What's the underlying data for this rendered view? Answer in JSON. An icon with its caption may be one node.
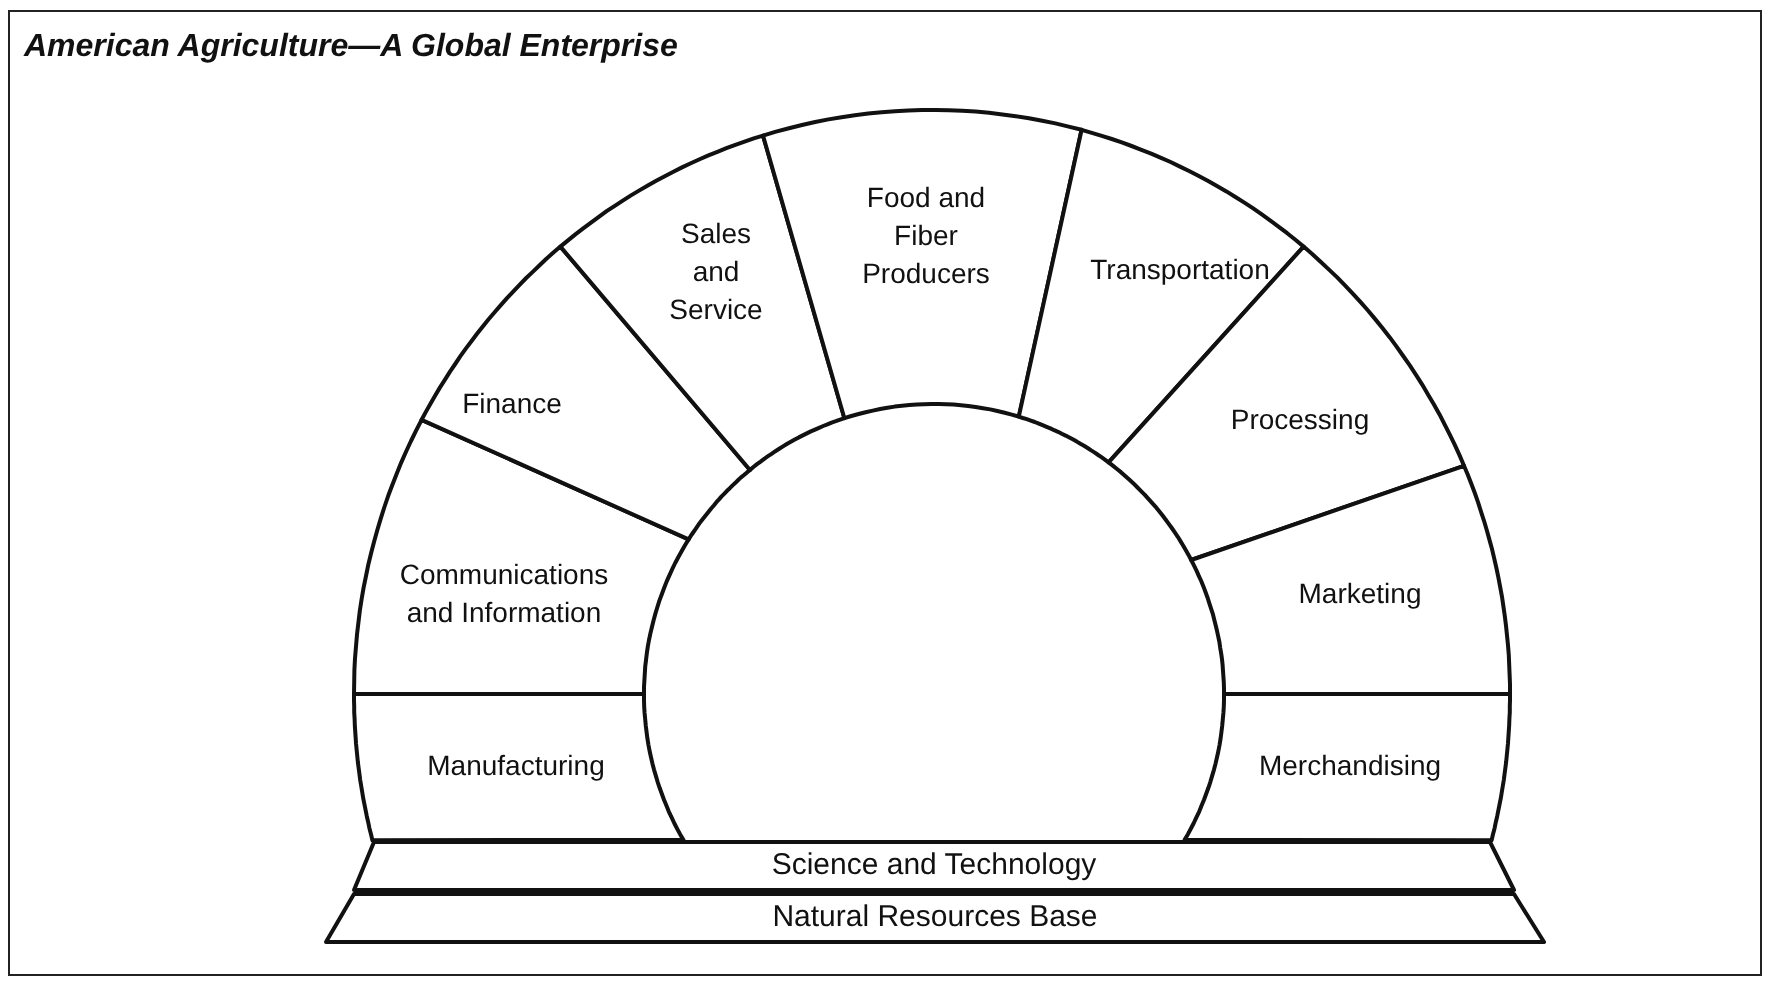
{
  "diagram": {
    "title": "American Agriculture—A Global Enterprise",
    "nodes": [
      {
        "text": [
          "Manufacturing"
        ]
      },
      {
        "text": [
          "Communications and Information"
        ]
      },
      {
        "text": [
          "Finance"
        ]
      },
      {
        "text": [
          "Sales and Service"
        ]
      },
      {
        "text": [
          "Food and Fiber Producers"
        ]
      },
      {
        "text": [
          "Transportation"
        ]
      },
      {
        "text": [
          "Processing"
        ]
      },
      {
        "text": [
          "Marketing"
        ]
      },
      {
        "text": [
          "Merchandising"
        ]
      },
      {
        "text": [
          "Science and Technology"
        ]
      },
      {
        "text": [
          "Natural Resources Base"
        ]
      }
    ]
  }
}
